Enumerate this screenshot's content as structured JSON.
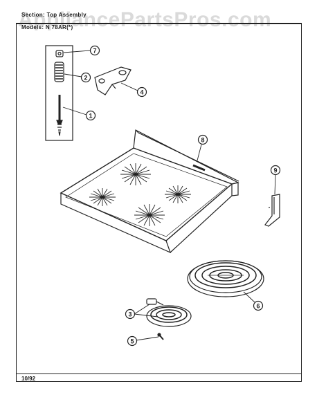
{
  "header": {
    "section_label": "Section: Top Assembly",
    "model_label": "Models: N 78AR(*)"
  },
  "watermark": "AppliancePartsPros.com",
  "footer": {
    "date": "10/92"
  },
  "callouts": [
    "7",
    "2",
    "4",
    "1",
    "8",
    "9",
    "6",
    "3",
    "5"
  ],
  "colors": {
    "line": "#222222",
    "watermark": "#969696"
  }
}
